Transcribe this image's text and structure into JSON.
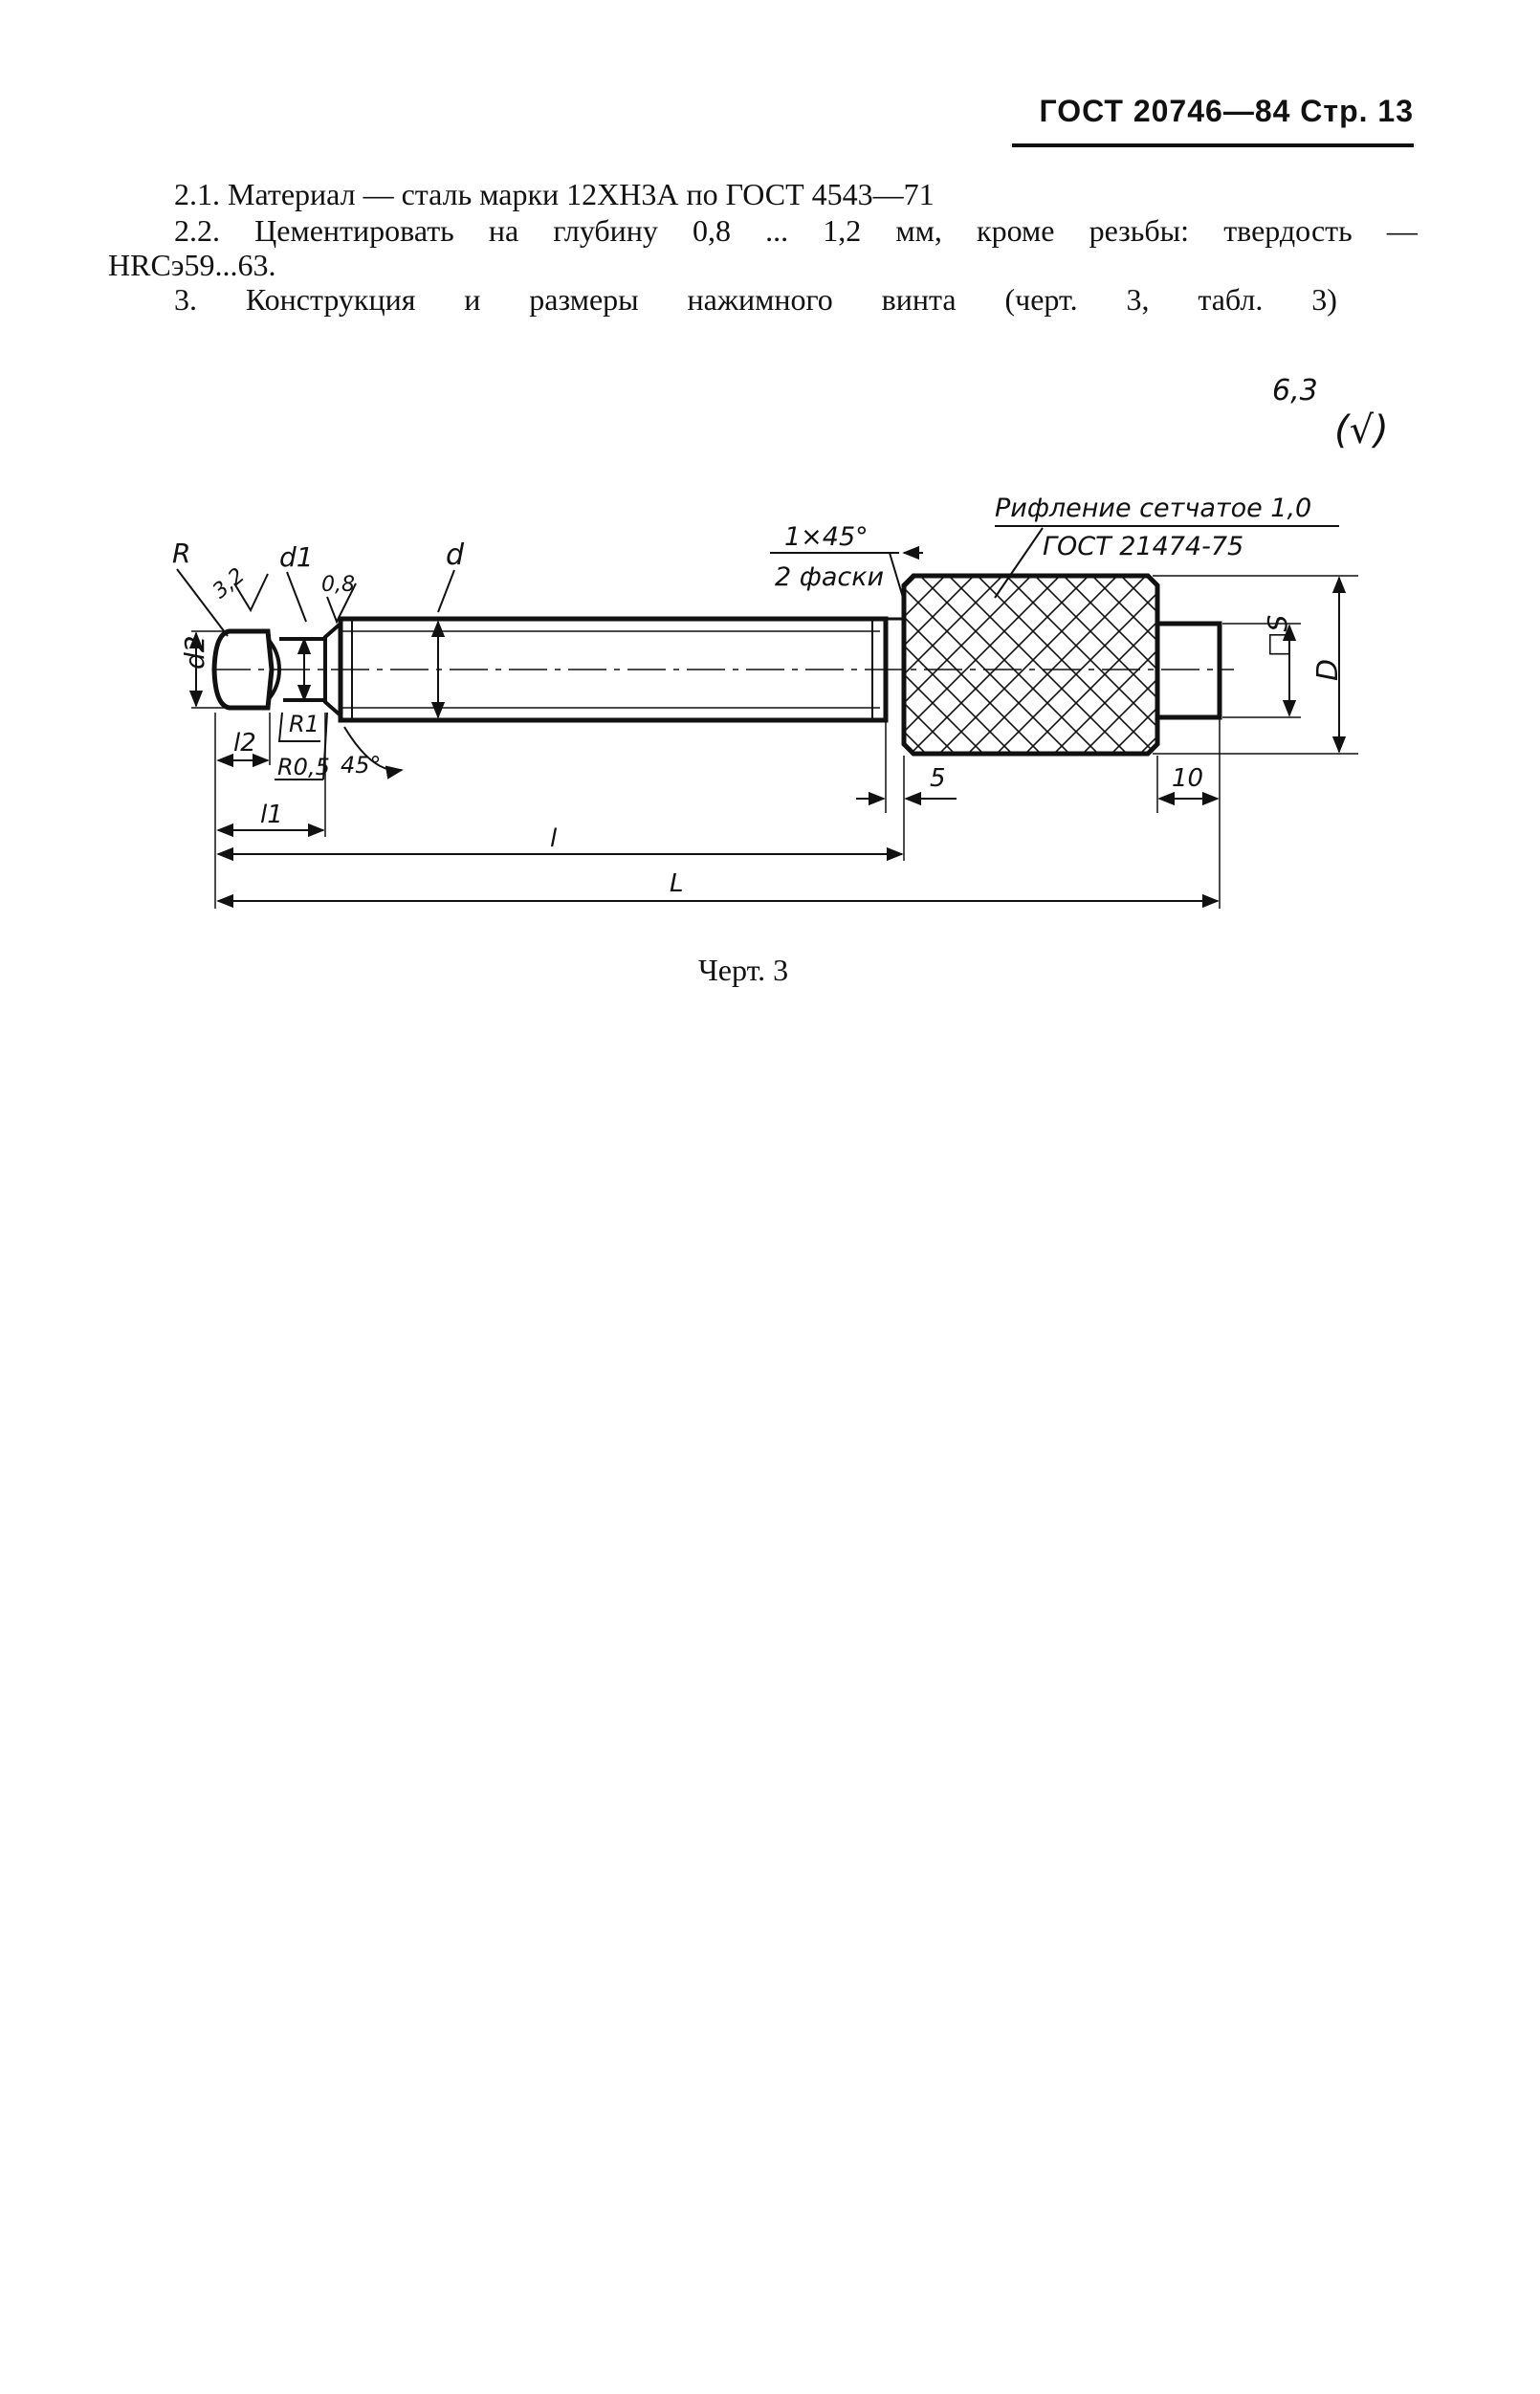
{
  "header": {
    "title": "ГОСТ 20746—84 Стр. 13"
  },
  "paragraphs": {
    "p1": "2.1. Материал — сталь марки 12ХН3А по ГОСТ 4543—71",
    "p2_words": [
      "2.2.",
      "Цементировать",
      "на",
      "глубину",
      "0,8",
      "...",
      "1,2",
      "мм,",
      "кроме",
      "резьбы:",
      "твердость",
      "—"
    ],
    "p2_cont": "HRCэ59...63.",
    "p3_words": [
      "3.",
      "Конструкция",
      "и",
      "размеры",
      "нажимного",
      "винта",
      "(черт.",
      "3,",
      "табл.",
      "3)"
    ]
  },
  "roughness": {
    "value": "6,3",
    "symbol": "(√)"
  },
  "drawing": {
    "knurl_note_line1": "Рифление сетчатое 1,0",
    "knurl_note_line2": "ГОСТ 21474-75",
    "chamfer_line1": "1×45°",
    "chamfer_line2": "2 фаски",
    "labels": {
      "R": "R",
      "roughness_small": "3,2",
      "d1": "d1",
      "roughness_08": "0,8",
      "d": "d",
      "d2": "d2",
      "R1": "R1",
      "R05": "R0,5",
      "angle45": "45°",
      "l2": "l2",
      "l1": "l1",
      "l": "l",
      "L": "L",
      "dim5": "5",
      "dim10": "10",
      "S": "□S",
      "D": "D"
    }
  },
  "caption": "Черт. 3"
}
